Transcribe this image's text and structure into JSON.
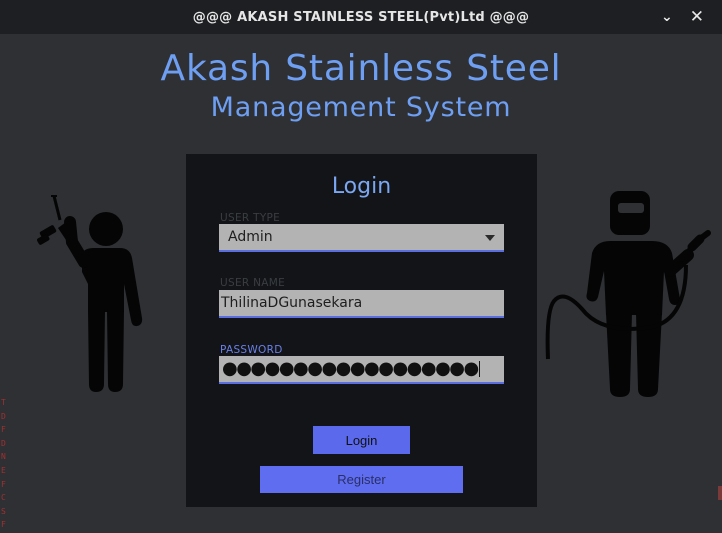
{
  "window": {
    "title": "@@@ AKASH STAINLESS STEEL(Pvt)Ltd @@@",
    "minimize_icon": "minimize-icon",
    "close_icon": "close-icon"
  },
  "header": {
    "line1": "Akash Stainless Steel",
    "line2": "Management System"
  },
  "login_panel": {
    "title": "Login",
    "user_type": {
      "label": "USER TYPE",
      "selected": "Admin"
    },
    "user_name": {
      "label": "USER NAME",
      "value": "ThilinaDGunasekara"
    },
    "password": {
      "label": "PASSWORD",
      "masked_value": "●●●●●●●●●●●●●●●●●●"
    },
    "login_button": "Login",
    "register_button": "Register"
  },
  "illustrations": {
    "left": "worker-with-drill-icon",
    "right": "welder-with-mask-icon"
  },
  "colors": {
    "background": "#2e3034",
    "titlebar": "#1d1f22",
    "panel": "#121417",
    "accent": "#6e9ff2",
    "button": "#5b6aec",
    "field_underline": "#5b6ee0"
  },
  "edge_text": [
    "T",
    "D",
    "F",
    "D",
    "N",
    "E",
    "F",
    "C",
    "S",
    "F"
  ]
}
